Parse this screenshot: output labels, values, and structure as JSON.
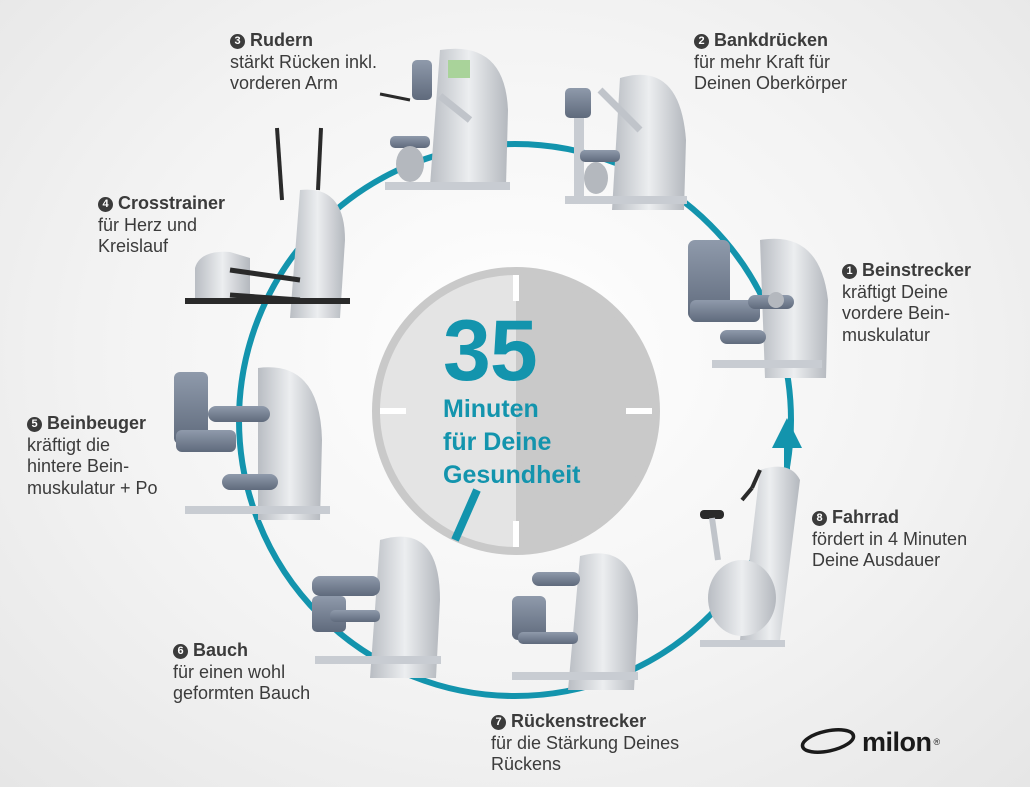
{
  "colors": {
    "accent": "#1394ad",
    "text": "#3b3b3b",
    "clock": "#c9c9c9",
    "clock_light": "#e4e4e4",
    "machine": "#d3d6da",
    "seat": "#7f8a9c"
  },
  "center": {
    "number": "35",
    "lines": [
      "Minuten",
      "für Deine",
      "Gesundheit"
    ]
  },
  "stations": [
    {
      "num": "1",
      "title": "Beinstrecker",
      "desc": [
        "kräftigt Deine",
        "vordere Bein-",
        "muskulatur"
      ],
      "icon": "leg-extension-machine"
    },
    {
      "num": "2",
      "title": "Bankdrücken",
      "desc": [
        "für mehr Kraft für",
        "Deinen Oberkörper"
      ],
      "icon": "chest-press-machine"
    },
    {
      "num": "3",
      "title": "Rudern",
      "desc": [
        "stärkt Rücken inkl.",
        "vorderen Arm"
      ],
      "icon": "rowing-machine"
    },
    {
      "num": "4",
      "title": "Crosstrainer",
      "desc": [
        "für Herz und",
        "Kreislauf"
      ],
      "icon": "cross-trainer-machine"
    },
    {
      "num": "5",
      "title": "Beinbeuger",
      "desc": [
        "kräftigt die",
        "hintere Bein-",
        "muskulatur + Po"
      ],
      "icon": "leg-curl-machine"
    },
    {
      "num": "6",
      "title": "Bauch",
      "desc": [
        "für einen wohl",
        "geformten Bauch"
      ],
      "icon": "abdominal-machine"
    },
    {
      "num": "7",
      "title": "Rückenstrecker",
      "desc": [
        "für die Stärkung Deines",
        "Rückens"
      ],
      "icon": "back-extension-machine"
    },
    {
      "num": "8",
      "title": "Fahrrad",
      "desc": [
        "fördert in 4 Minuten",
        "Deine Ausdauer"
      ],
      "icon": "exercise-bike-machine"
    }
  ],
  "brand": {
    "name": "milon",
    "reg": "®"
  }
}
